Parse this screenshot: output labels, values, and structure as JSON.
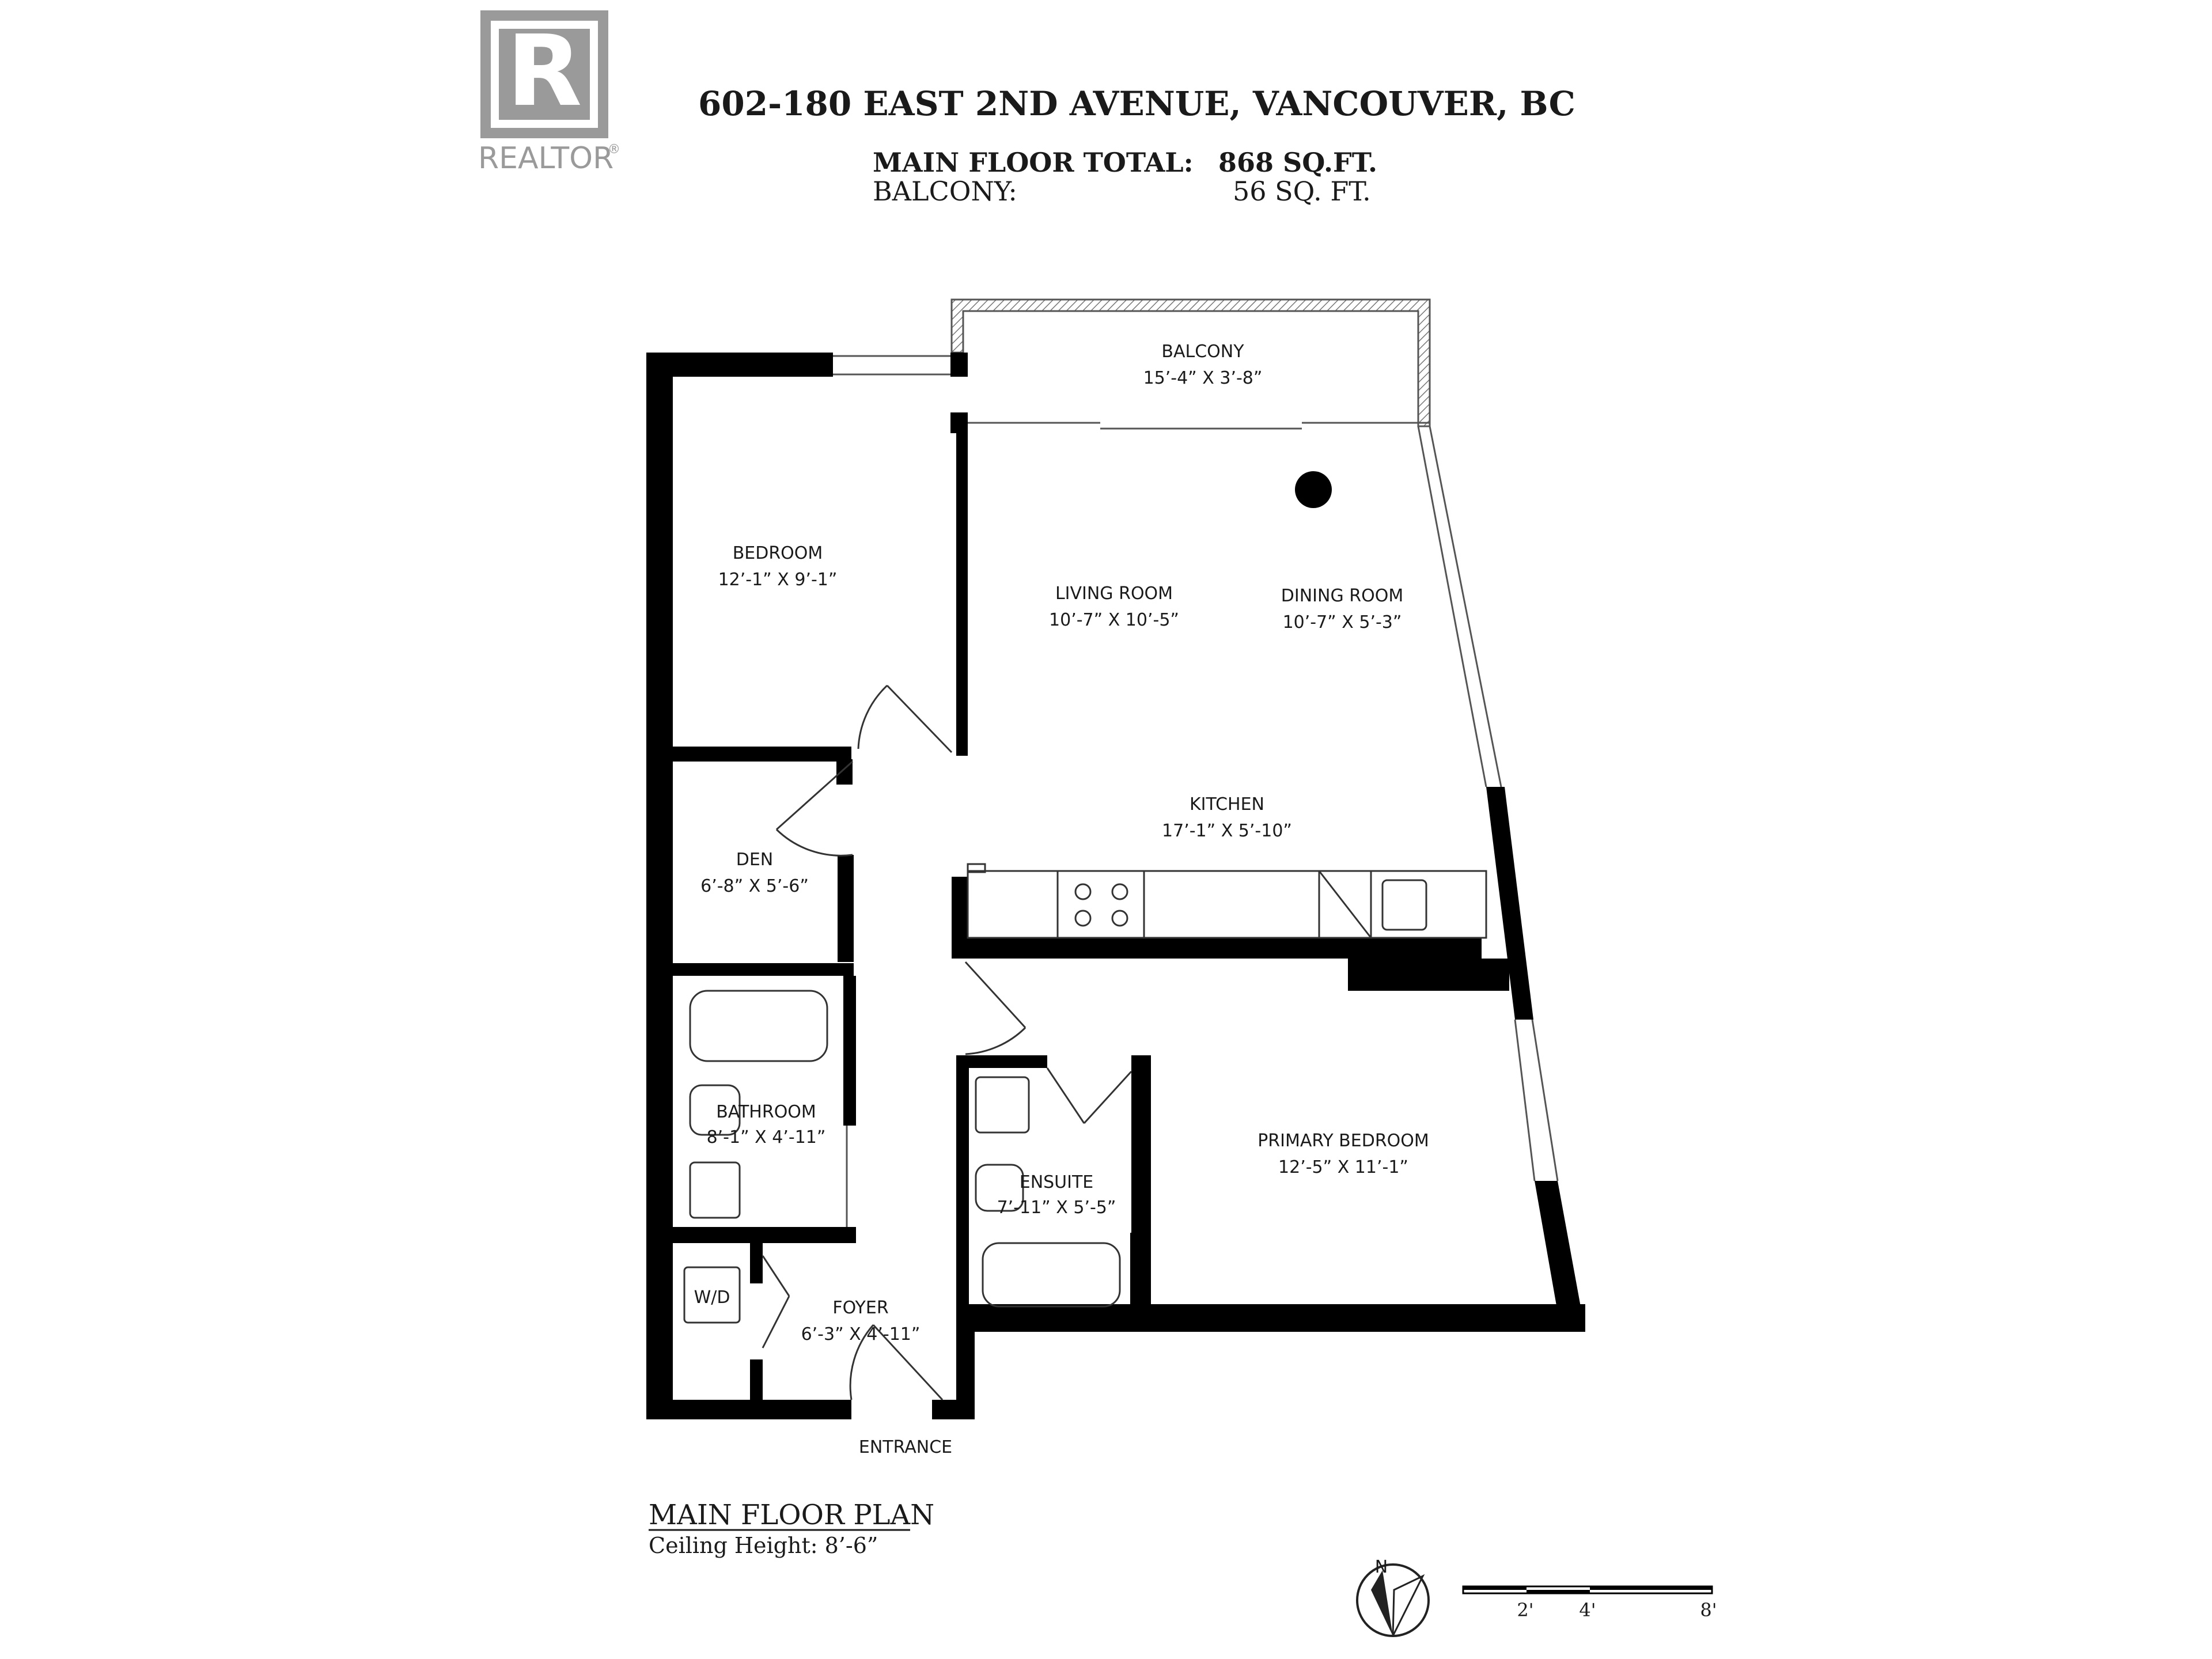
{
  "logo": {
    "text": "REALTOR",
    "mark": "®",
    "letter": "R"
  },
  "header": {
    "address": "602-180 EAST 2ND AVENUE, VANCOUVER, BC",
    "main_floor_label": "MAIN FLOOR TOTAL:",
    "main_floor_value": "868 SQ.FT.",
    "balcony_label": "BALCONY:",
    "balcony_value": "56 SQ. FT."
  },
  "rooms": {
    "balcony": {
      "name": "BALCONY",
      "dims": "15’-4” X 3’-8”"
    },
    "bedroom": {
      "name": "BEDROOM",
      "dims": "12’-1” X 9’-1”"
    },
    "living": {
      "name": "LIVING ROOM",
      "dims": "10’-7” X 10’-5”"
    },
    "dining": {
      "name": "DINING ROOM",
      "dims": "10’-7” X 5’-3”"
    },
    "kitchen": {
      "name": "KITCHEN",
      "dims": "17’-1” X 5’-10”"
    },
    "den": {
      "name": "DEN",
      "dims": "6’-8” X 5’-6”"
    },
    "bathroom": {
      "name": "BATHROOM",
      "dims": "8’-1” X 4’-11”"
    },
    "ensuite": {
      "name": "ENSUITE",
      "dims": "7’-11” X 5’-5”"
    },
    "primary": {
      "name": "PRIMARY BEDROOM",
      "dims": "12’-5” X 11’-1”"
    },
    "foyer": {
      "name": "FOYER",
      "dims": "6’-3” X 4’-11”"
    },
    "wd": {
      "name": "W/D"
    },
    "entrance": {
      "name": "ENTRANCE"
    }
  },
  "plan": {
    "title": "MAIN FLOOR PLAN",
    "ceiling": "Ceiling Height: 8’-6”"
  },
  "compass": {
    "label": "N"
  },
  "scale": {
    "labels": [
      "2'",
      "4'",
      "8'"
    ]
  }
}
